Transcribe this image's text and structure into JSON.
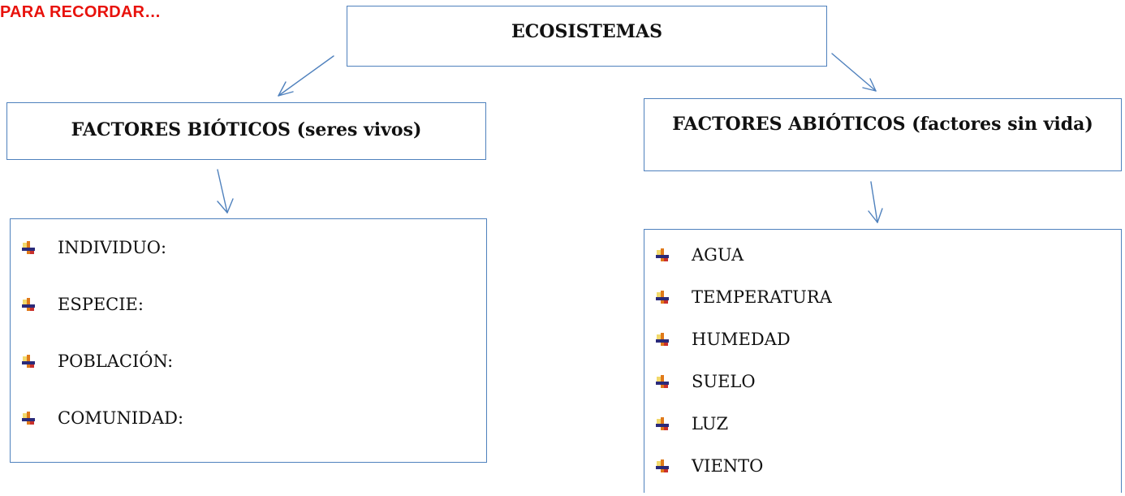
{
  "header": {
    "kicker": "PARA RECORDAR…"
  },
  "root": {
    "title": "ECOSISTEMAS"
  },
  "biotic": {
    "title": "FACTORES BIÓTICOS (seres vivos)",
    "items": [
      "INDIVIDUO:",
      "ESPECIE:",
      "POBLACIÓN:",
      "COMUNIDAD:"
    ]
  },
  "abiotic": {
    "title": "FACTORES ABIÓTICOS (factores sin vida)",
    "items": [
      "AGUA",
      "TEMPERATURA",
      "HUMEDAD",
      "SUELO",
      "LUZ",
      "VIENTO"
    ]
  },
  "colors": {
    "kicker": "#e8120c",
    "box_border": "#4f81bd",
    "arrow": "#4f81bd"
  }
}
